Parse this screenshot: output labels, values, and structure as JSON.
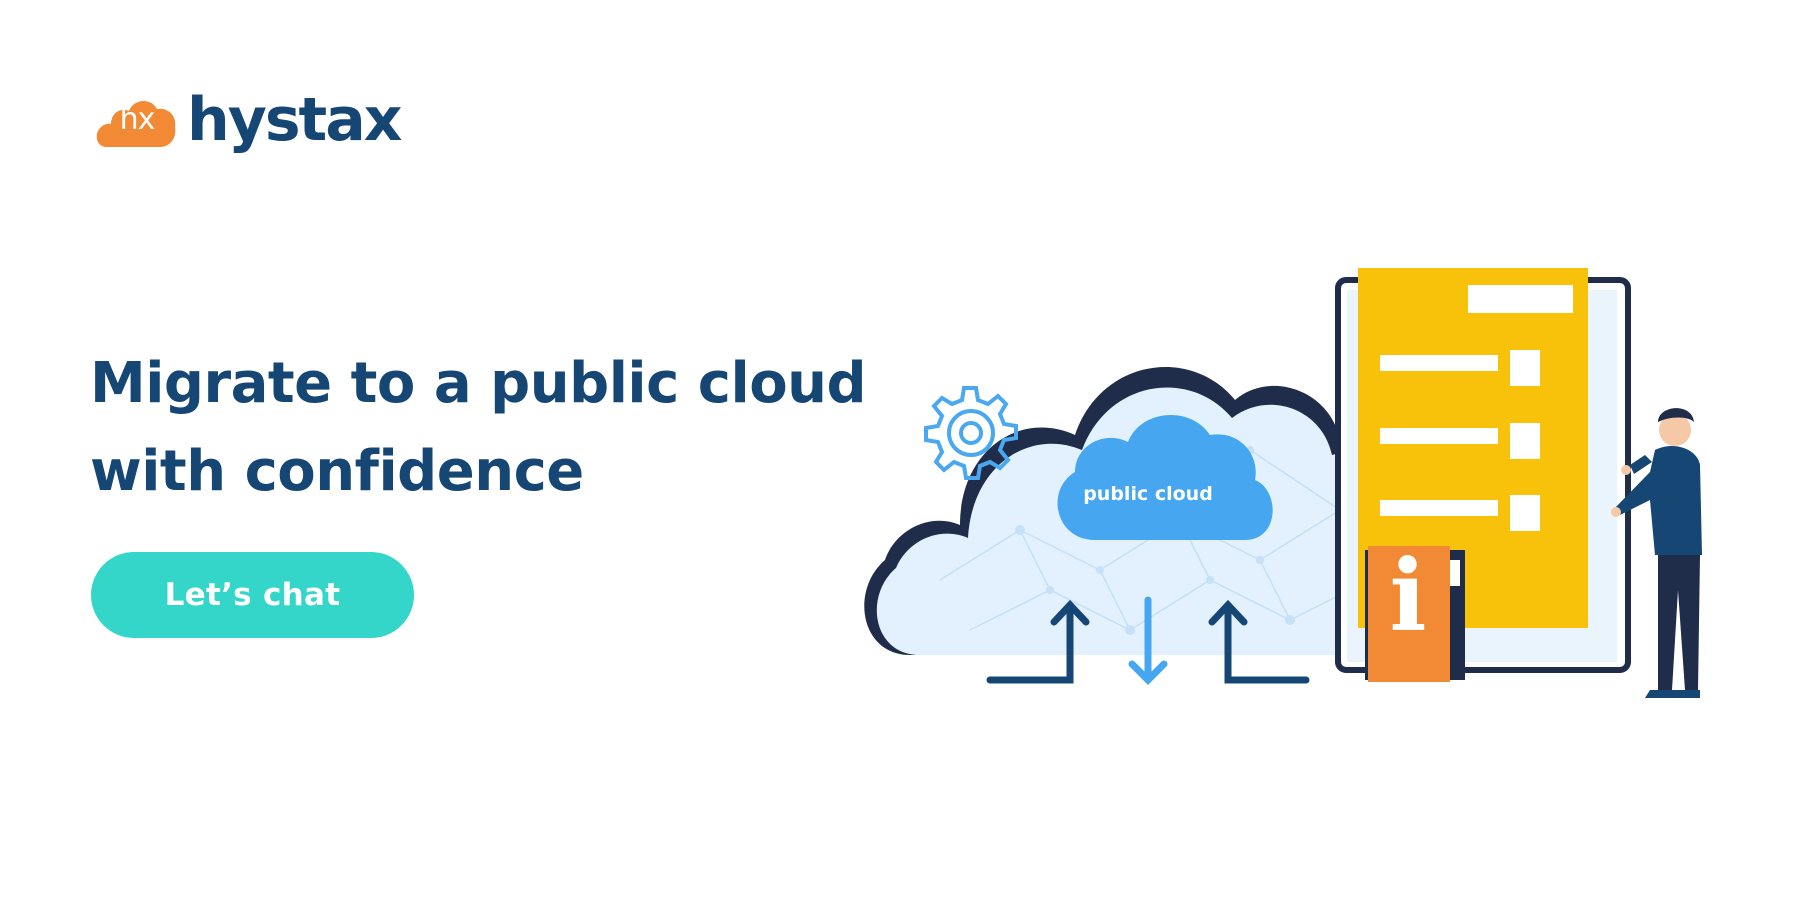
{
  "brand": {
    "mark_text": "hx",
    "name": "hystax",
    "mark_color": "#f28a35",
    "name_color": "#154674"
  },
  "hero": {
    "headline_line1": "Migrate to a public cloud",
    "headline_line2": "with confidence",
    "cta_label": "Let’s chat",
    "cta_color": "#33d6c9"
  },
  "illustration": {
    "cloud_label": "public cloud",
    "info_glyph": "i",
    "icons": [
      "gear-icon",
      "cloud-icon",
      "upload-arrow-icon",
      "download-arrow-icon",
      "document-icon",
      "info-icon",
      "person-figure"
    ]
  }
}
